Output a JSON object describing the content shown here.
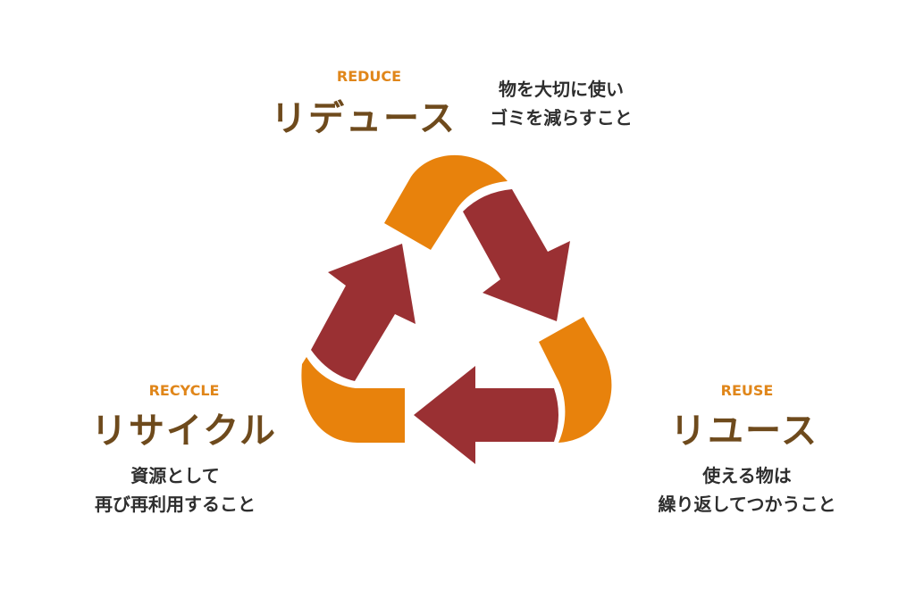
{
  "colors": {
    "orange": "#E8820C",
    "red": "#9A3033",
    "title": "#6E4A1C",
    "accent": "#E0861A"
  },
  "reduce": {
    "en": "REDUCE",
    "jp": "リデュース",
    "desc": [
      "物を大切に使い",
      "ゴミを減らすこと"
    ]
  },
  "reuse": {
    "en": "REUSE",
    "jp": "リユース",
    "desc": [
      "使える物は",
      "繰り返してつかうこと"
    ]
  },
  "recycle": {
    "en": "RECYCLE",
    "jp": "リサイクル",
    "desc": [
      "資源として",
      "再び再利用すること"
    ]
  }
}
